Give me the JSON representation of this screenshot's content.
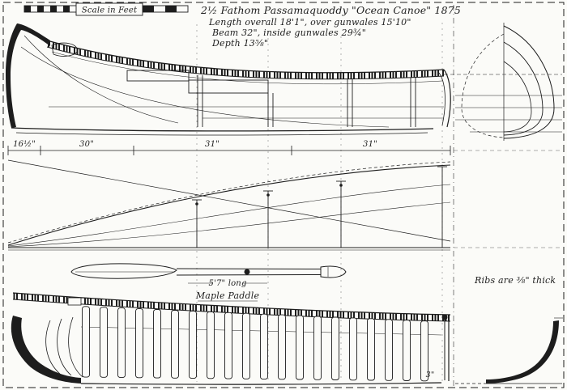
{
  "scale_bar": {
    "label": "Scale in Feet"
  },
  "title_block": {
    "title": "2½ Fathom Passamaquoddy \"Ocean Canoe\" 1875",
    "length_line": "Length overall 18'1\", over gunwales 15'10\"",
    "beam_line": "Beam 32\", inside gunwales 29¾\"",
    "depth_line": "Depth 13⅝\""
  },
  "station_dimensions": {
    "segments": [
      "16½\"",
      "30\"",
      "31\"",
      "31\""
    ]
  },
  "paddle": {
    "length_label": "5'7\" long",
    "caption": "Maple Paddle"
  },
  "notes": {
    "ribs": "Ribs are ⅜\" thick"
  },
  "bottom_view": {
    "stern_height": "3\""
  },
  "colors": {
    "ink": "#1d1d1d",
    "paper": "#fbfbf8"
  }
}
